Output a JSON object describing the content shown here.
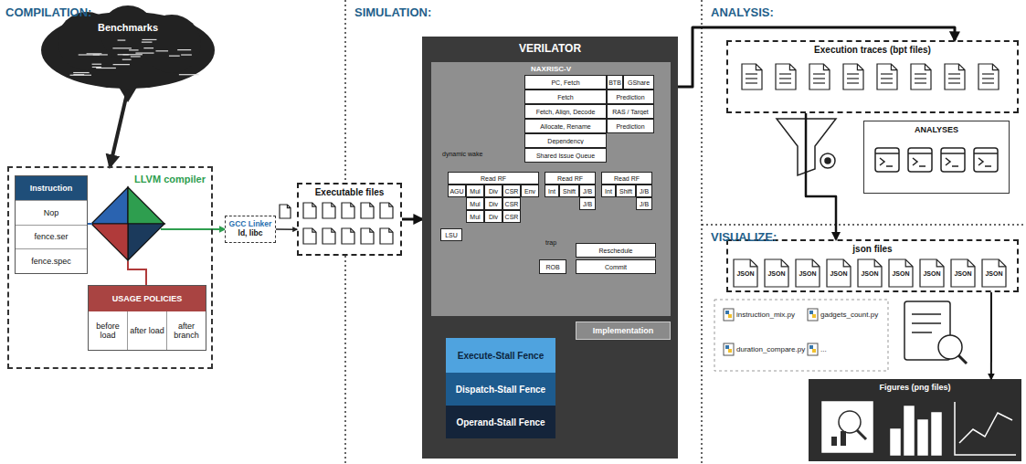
{
  "diagram": {
    "nodes": [
      {
        "text": [
          "Benchmarks"
        ]
      },
      {
        "text": [
          "LLVM compiler"
        ]
      },
      {
        "text": [
          "Instruction",
          "Nop",
          "fence.ser",
          "fence.spec"
        ],
        "in": 1
      },
      {
        "text": [
          "USAGE POLICIES",
          "before load",
          "after load",
          "after branch"
        ],
        "in": 1
      },
      {
        "text": [
          "GCC Linker",
          "ld, libc"
        ]
      },
      {
        "text": [
          "Executable files"
        ]
      },
      {
        "text": [
          "VERILATOR"
        ]
      },
      {
        "text": [
          "NAXRISC-V"
        ],
        "in": 6
      },
      {
        "text": [
          "PC, Fetch"
        ],
        "in": 7
      },
      {
        "text": [
          "BTB"
        ],
        "in": 7
      },
      {
        "text": [
          "GShare"
        ],
        "in": 7
      },
      {
        "text": [
          "Fetch"
        ],
        "in": 7
      },
      {
        "text": [
          "Prediction"
        ],
        "in": 7
      },
      {
        "text": [
          "Fetch, Align, Decode"
        ],
        "in": 7
      },
      {
        "text": [
          "RAS / Target"
        ],
        "in": 7
      },
      {
        "text": [
          "Allocate, Rename"
        ],
        "in": 7
      },
      {
        "text": [
          "Prediction"
        ],
        "in": 7
      },
      {
        "text": [
          "Dependency"
        ],
        "in": 7
      },
      {
        "text": [
          "Shared Issue Queue"
        ],
        "in": 7
      },
      {
        "text": [
          "Read RF"
        ],
        "in": 7
      },
      {
        "text": [
          "AGU"
        ],
        "in": 7
      },
      {
        "text": [
          "Mul"
        ],
        "in": 7
      },
      {
        "text": [
          "Div"
        ],
        "in": 7
      },
      {
        "text": [
          "CSR"
        ],
        "in": 7
      },
      {
        "text": [
          "Env"
        ],
        "in": 7
      },
      {
        "text": [
          "Mul"
        ],
        "in": 7
      },
      {
        "text": [
          "Div"
        ],
        "in": 7
      },
      {
        "text": [
          "CSR"
        ],
        "in": 7
      },
      {
        "text": [
          "Mul"
        ],
        "in": 7
      },
      {
        "text": [
          "Div"
        ],
        "in": 7
      },
      {
        "text": [
          "CSR"
        ],
        "in": 7
      },
      {
        "text": [
          "LSU"
        ],
        "in": 7
      },
      {
        "text": [
          "Read RF"
        ],
        "in": 7
      },
      {
        "text": [
          "Int"
        ],
        "in": 7
      },
      {
        "text": [
          "Shift"
        ],
        "in": 7
      },
      {
        "text": [
          "J/B"
        ],
        "in": 7
      },
      {
        "text": [
          "J/B"
        ],
        "in": 7
      },
      {
        "text": [
          "Read RF"
        ],
        "in": 7
      },
      {
        "text": [
          "Int"
        ],
        "in": 7
      },
      {
        "text": [
          "Shift"
        ],
        "in": 7
      },
      {
        "text": [
          "J/B"
        ],
        "in": 7
      },
      {
        "text": [
          "J/B"
        ],
        "in": 7
      },
      {
        "text": [
          "Reschedule"
        ],
        "in": 7
      },
      {
        "text": [
          "ROB"
        ],
        "in": 7
      },
      {
        "text": [
          "Commit"
        ],
        "in": 7
      },
      {
        "text": [
          "Implementation"
        ],
        "in": 6
      },
      {
        "text": [
          "Execute-Stall Fence"
        ],
        "in": 6
      },
      {
        "text": [
          "Dispatch-Stall Fence"
        ],
        "in": 6
      },
      {
        "text": [
          "Operand-Stall Fence"
        ],
        "in": 6
      },
      {
        "text": [
          "Execution traces (bpt files)"
        ]
      },
      {
        "text": [
          "ANALYSES"
        ]
      },
      {
        "text": [
          "json files"
        ]
      },
      {
        "text": [
          "Figures (png files)"
        ]
      }
    ],
    "edges": [
      {
        "from": 0,
        "to": 1,
        "arrow": "to"
      },
      {
        "from": 1,
        "to": 4,
        "arrow": "to"
      },
      {
        "from": 4,
        "to": 5,
        "arrow": "to"
      },
      {
        "from": 5,
        "to": 6,
        "arrow": "to"
      },
      {
        "from": 18,
        "to": 19,
        "arrow": "to"
      },
      {
        "from": 18,
        "to": 32,
        "arrow": "to"
      },
      {
        "from": 18,
        "to": 37,
        "arrow": "to"
      },
      {
        "from": 44,
        "to": 8,
        "arrow": "to"
      },
      {
        "from": 45,
        "to": 7,
        "arrow": "to"
      },
      {
        "from": 46,
        "to": 45,
        "arrow": "to"
      },
      {
        "from": 47,
        "to": 45,
        "arrow": "to"
      },
      {
        "from": 48,
        "to": 45,
        "arrow": "to"
      },
      {
        "from": 6,
        "to": 49,
        "arrow": "to"
      },
      {
        "from": 49,
        "to": 51,
        "arrow": "to"
      },
      {
        "from": 51,
        "to": 52,
        "arrow": "to"
      }
    ],
    "labels": [
      "COMPILATION:",
      "SIMULATION:",
      "ANALYSIS:",
      "VISUALIZE:",
      "dynamic wake",
      "trap",
      "JSON",
      "JSON",
      "JSON",
      "JSON",
      "JSON",
      "JSON",
      "JSON",
      "JSON",
      "JSON",
      "instruction_mix.py",
      "gadgets_count.py",
      "duration_compare.py",
      "..."
    ]
  }
}
